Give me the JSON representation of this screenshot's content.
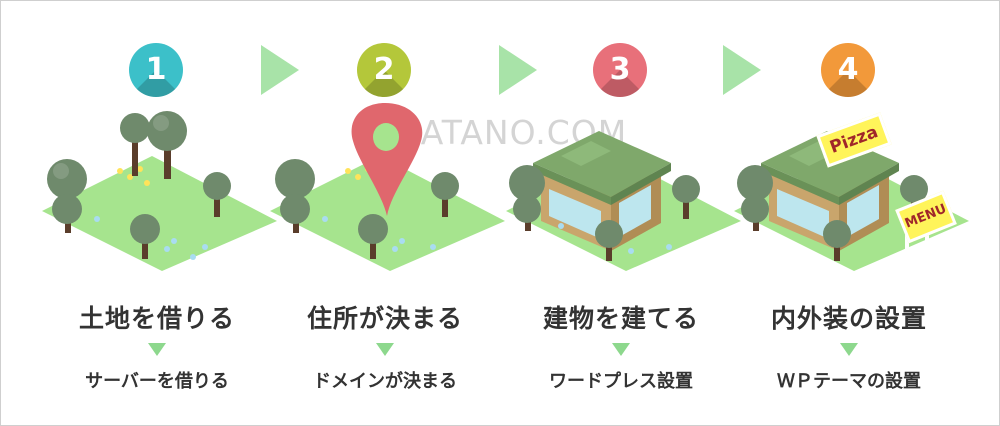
{
  "watermark": "Y-HATANO.COM",
  "steps": [
    {
      "number": "1",
      "color": "#3cc0c9",
      "title": "土地を借りる",
      "subtitle": "サーバーを借りる"
    },
    {
      "number": "2",
      "color": "#b4c73a",
      "title": "住所が決まる",
      "subtitle": "ドメインが決まる"
    },
    {
      "number": "3",
      "color": "#e8707a",
      "title": "建物を建てる",
      "subtitle": "ワードプレス設置"
    },
    {
      "number": "4",
      "color": "#f2993a",
      "title": "内外装の設置",
      "subtitle": "ＷＰテーマの設置"
    }
  ],
  "signs": {
    "pizza": "Pizza",
    "menu": "MENU"
  },
  "colors": {
    "ground": "#a6e48e",
    "tree": "#6f8a6c",
    "trunk": "#5a3d2b",
    "arrow": "#a8e3a8",
    "pin": "#e0676d",
    "roof": "#7fa86b",
    "wall": "#c9a56c",
    "window": "#bde6ee"
  }
}
